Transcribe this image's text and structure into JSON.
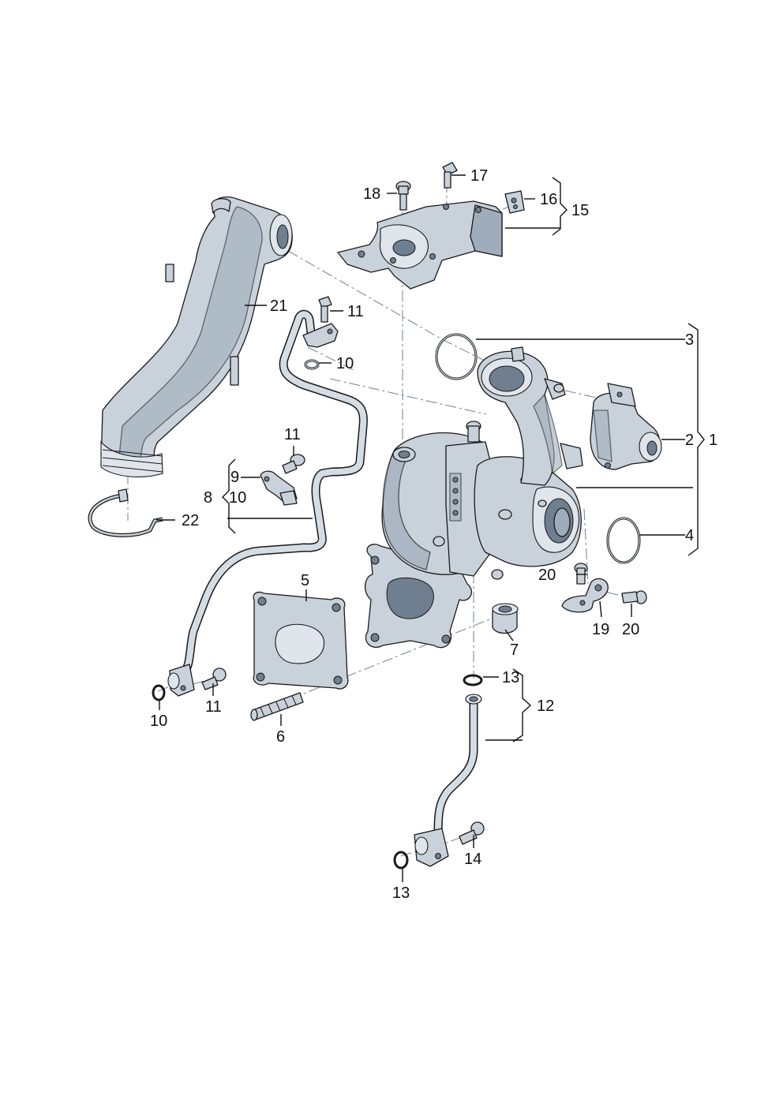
{
  "callouts": {
    "c1": "1",
    "c2": "2",
    "c3": "3",
    "c4": "4",
    "c5": "5",
    "c6": "6",
    "c7": "7",
    "c8": "8",
    "c9": "9",
    "c10a": "10",
    "c10b": "10",
    "c10c": "10",
    "c11a": "11",
    "c11b": "11",
    "c11c": "11",
    "c12": "12",
    "c13a": "13",
    "c13b": "13",
    "c14": "14",
    "c15": "15",
    "c16": "16",
    "c17": "17",
    "c18": "18",
    "c19": "19",
    "c20a": "20",
    "c20b": "20",
    "c21": "21",
    "c22": "22"
  },
  "colors": {
    "part_fill": "#c9d2db",
    "part_shadow": "#9fadbb",
    "line": "#1a1a1a",
    "dash_axis": "#7d8a96"
  }
}
